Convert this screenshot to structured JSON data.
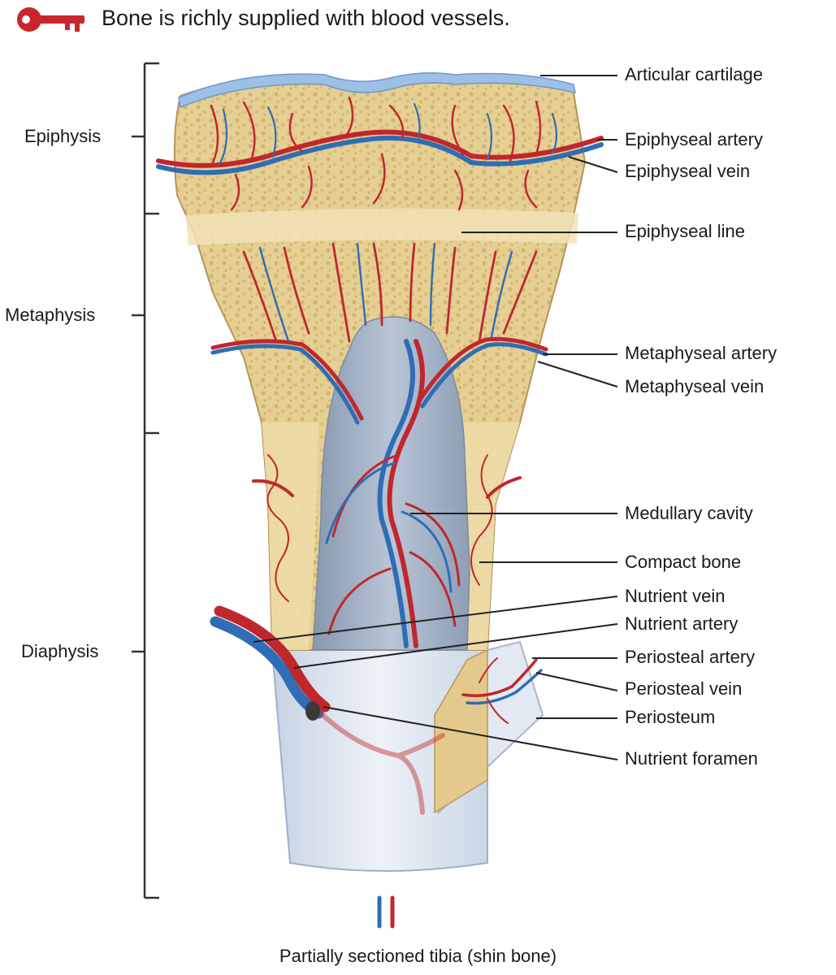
{
  "header": {
    "key_icon": "key-icon",
    "text": "Bone is richly supplied with blood vessels.",
    "key_color": "#c8262c"
  },
  "regions": {
    "epiphysis": "Epiphysis",
    "metaphysis": "Metaphysis",
    "diaphysis": "Diaphysis"
  },
  "labels": {
    "articular_cartilage": "Articular cartilage",
    "epiphyseal_artery": "Epiphyseal artery",
    "epiphyseal_vein": "Epiphyseal vein",
    "epiphyseal_line": "Epiphyseal line",
    "metaphyseal_artery": "Metaphyseal artery",
    "metaphyseal_vein": "Metaphyseal vein",
    "medullary_cavity": "Medullary cavity",
    "compact_bone": "Compact bone",
    "nutrient_vein": "Nutrient vein",
    "nutrient_artery": "Nutrient artery",
    "periosteal_artery": "Periosteal artery",
    "periosteal_vein": "Periosteal vein",
    "periosteum": "Periosteum",
    "nutrient_foramen": "Nutrient foramen"
  },
  "caption": "Partially sectioned tibia (shin bone)",
  "colors": {
    "artery": "#c0272d",
    "vein": "#2f6db5",
    "spongy_bone": "#e8d39a",
    "compact_bone": "#efdca8",
    "cartilage": "#9cc0e6",
    "medullary_cavity": "#a9b8cb",
    "periosteum": "#d9e3ef"
  }
}
